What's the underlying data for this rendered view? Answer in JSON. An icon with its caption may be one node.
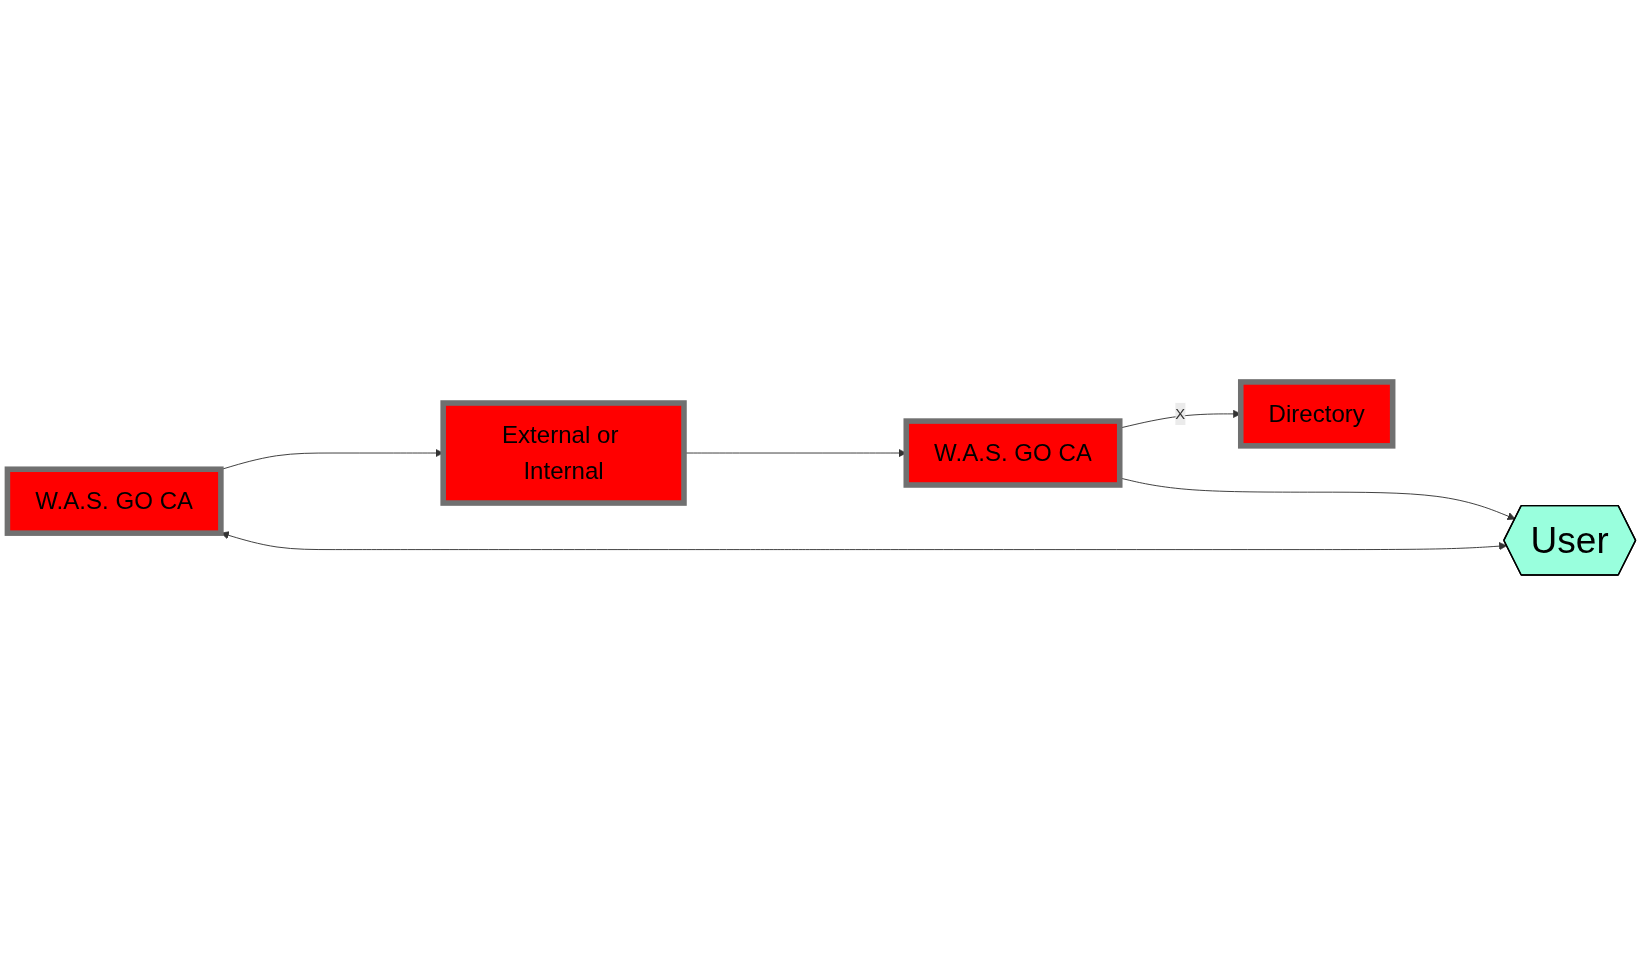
{
  "diagram": {
    "nodes": [
      {
        "text": [
          "External or Internal"
        ]
      },
      {
        "text": [
          "W.A.S. GO CA"
        ]
      },
      {
        "text": [
          "User"
        ]
      },
      {
        "text": [
          "W.A.S. GO CA"
        ]
      },
      {
        "text": [
          "Directory"
        ]
      }
    ],
    "edges": [
      {
        "from": 0,
        "to": 1,
        "arrow": "to"
      },
      {
        "from": 1,
        "to": 2,
        "arrow": "to"
      },
      {
        "from": 1,
        "to": 4,
        "arrow": "to",
        "label": "X"
      },
      {
        "from": 3,
        "to": 2,
        "arrow": "both"
      },
      {
        "from": 3,
        "to": 0,
        "arrow": "to"
      }
    ]
  }
}
